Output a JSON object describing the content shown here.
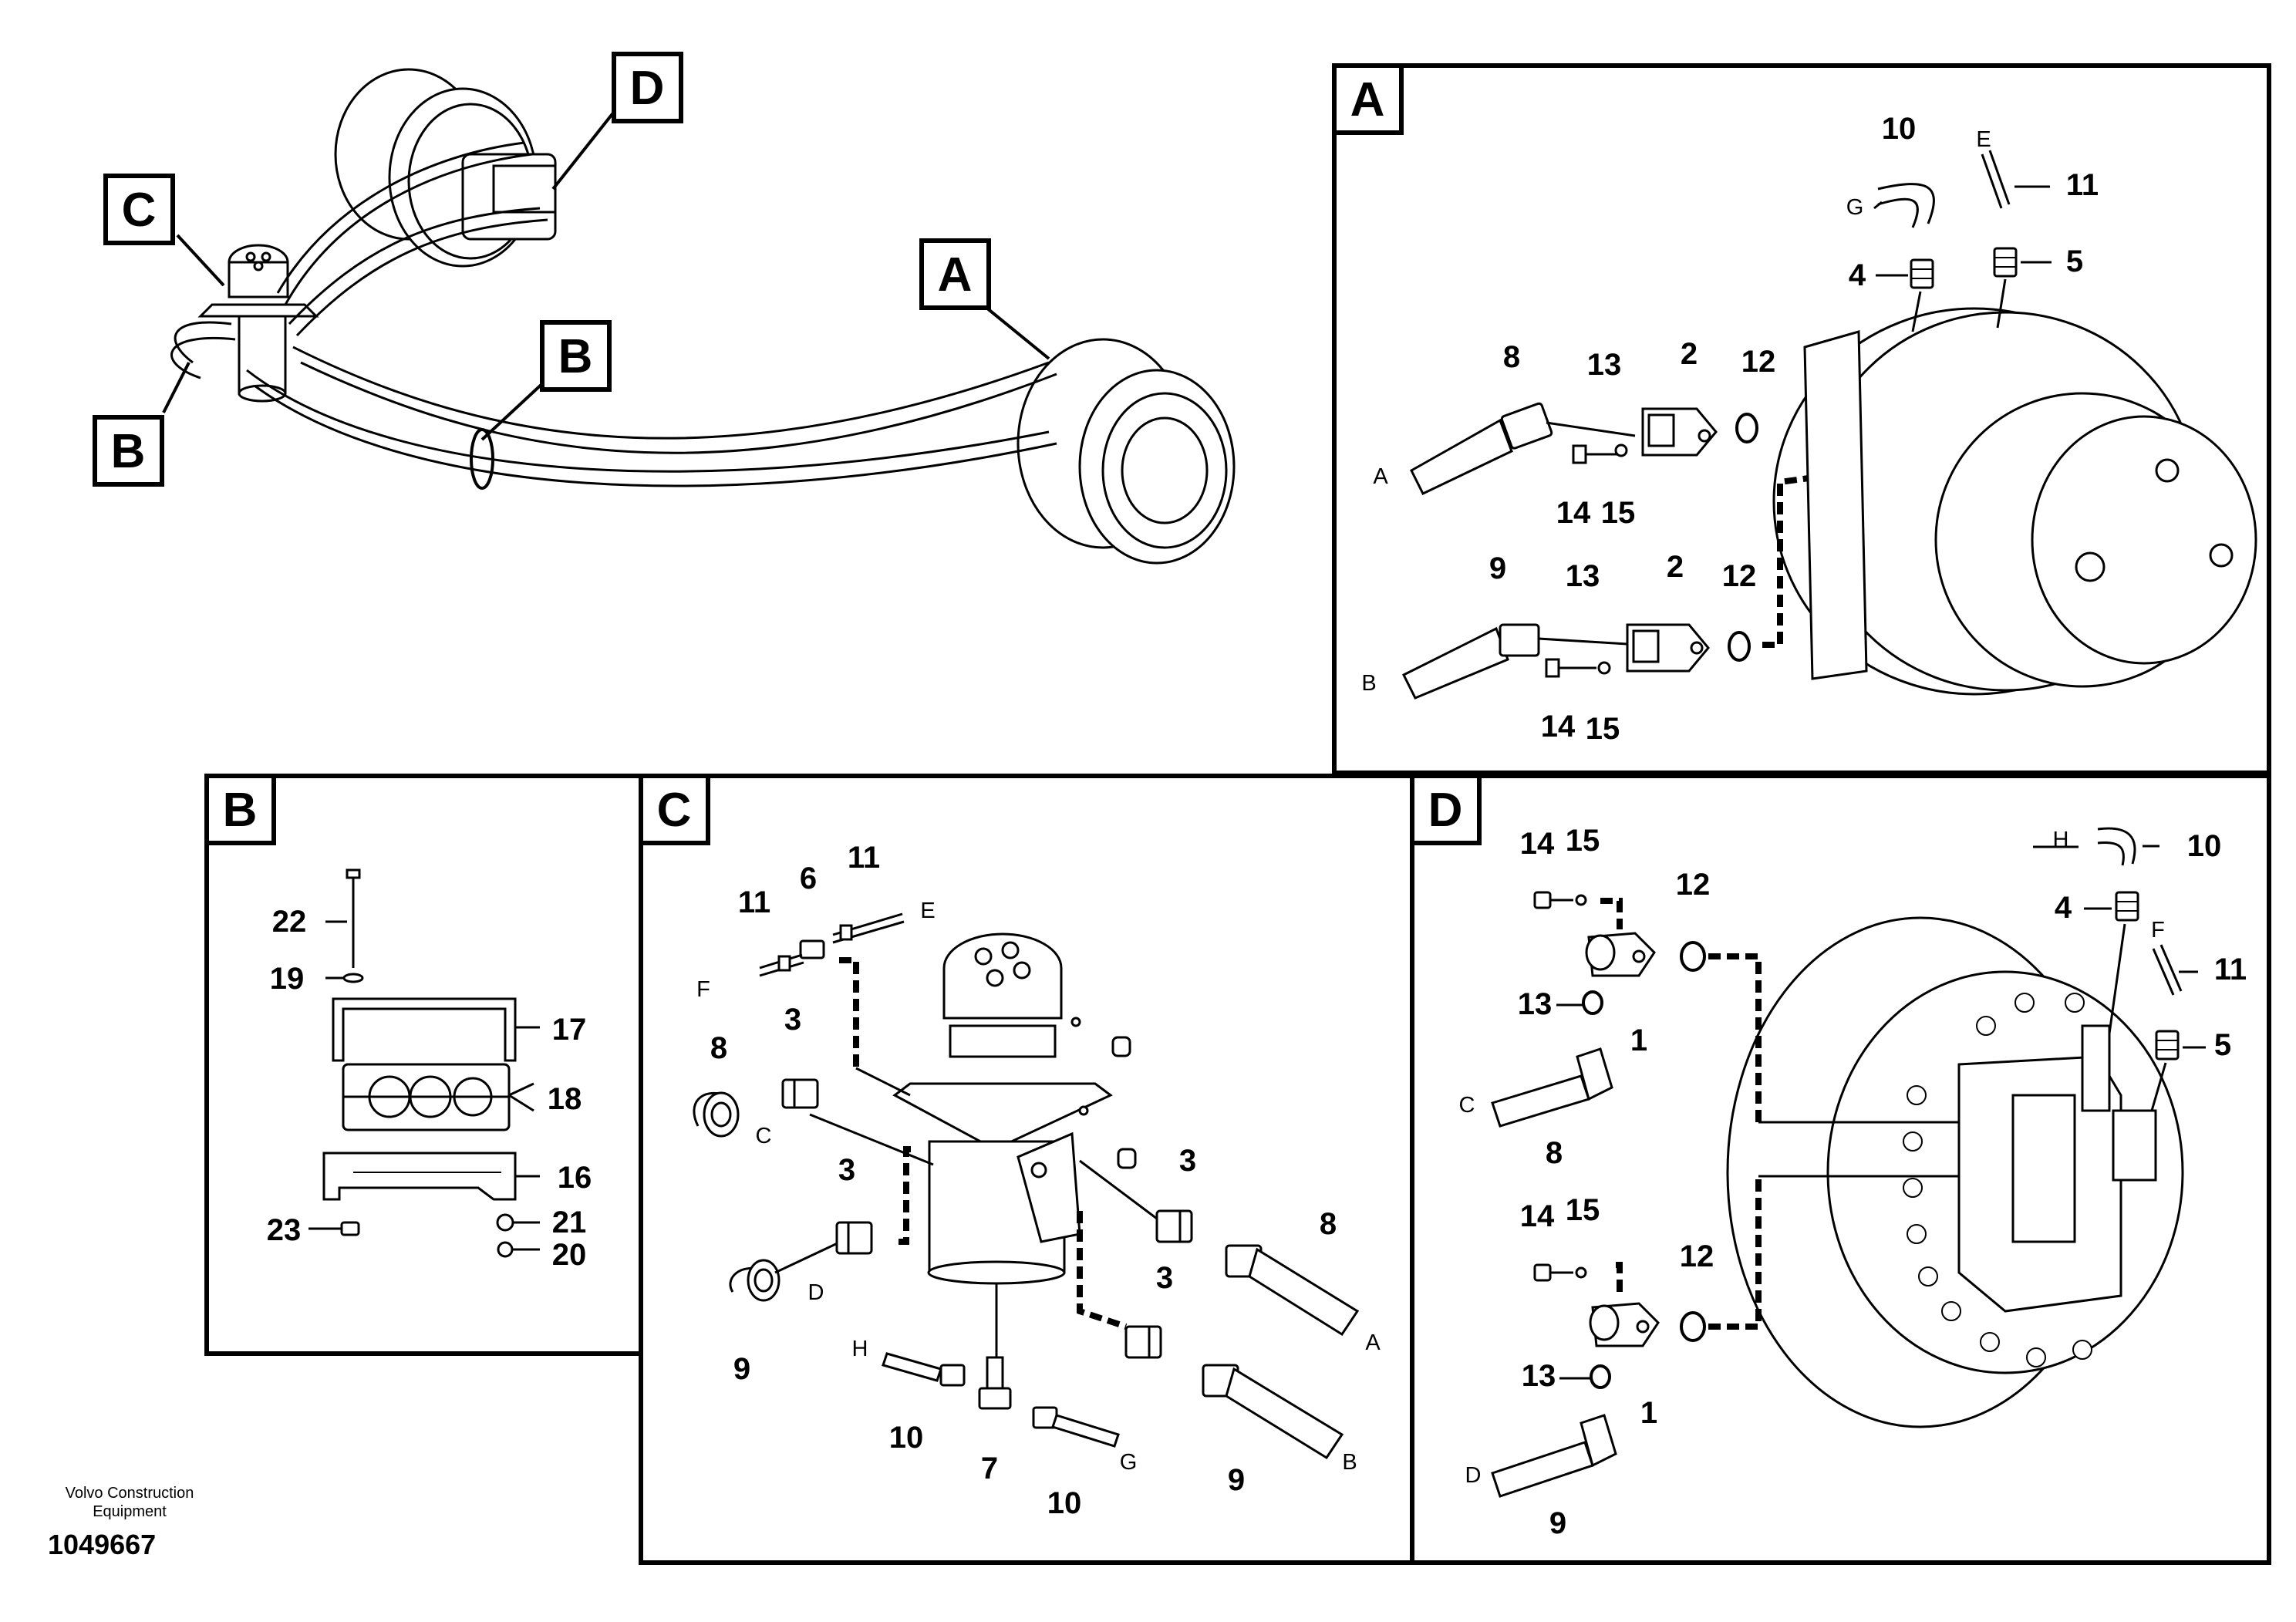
{
  "panels": {
    "A": {
      "letter": "A"
    },
    "B": {
      "letter": "B"
    },
    "C": {
      "letter": "C"
    },
    "D": {
      "letter": "D"
    }
  },
  "overview_callouts": [
    "A",
    "B",
    "C",
    "D"
  ],
  "labels": {
    "n1": "1",
    "n2": "2",
    "n3": "3",
    "n4": "4",
    "n5": "5",
    "n6": "6",
    "n7": "7",
    "n8": "8",
    "n9": "9",
    "n10": "10",
    "n11": "11",
    "n12": "12",
    "n13": "13",
    "n14": "14",
    "n15": "15",
    "n16": "16",
    "n17": "17",
    "n18": "18",
    "n19": "19",
    "n20": "20",
    "n21": "21",
    "n22": "22",
    "n23": "23",
    "lA": "A",
    "lB": "B",
    "lC": "C",
    "lD": "D",
    "lE": "E",
    "lF": "F",
    "lG": "G",
    "lH": "H"
  },
  "footer": {
    "company_line1": "Volvo Construction",
    "company_line2": "Equipment",
    "drawing_number": "1049667"
  }
}
